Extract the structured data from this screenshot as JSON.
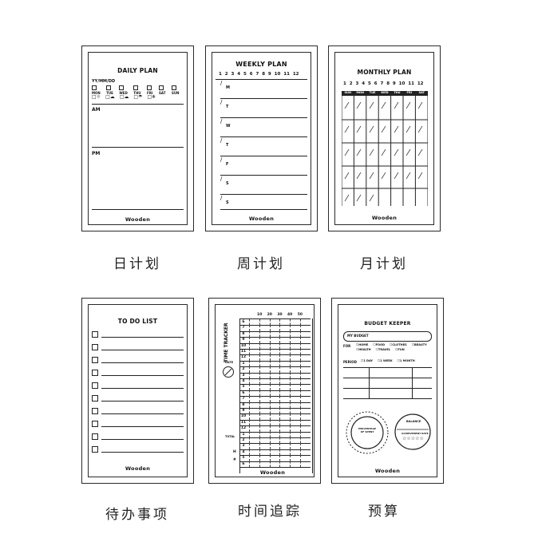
{
  "captions": {
    "daily": "日计划",
    "weekly": "周计划",
    "monthly": "月计划",
    "todo": "待办事项",
    "time": "时间追踪",
    "budget": "预算"
  },
  "brand": "Wooden",
  "daily": {
    "title": "DAILY PLAN",
    "date_label": "YY/MM/DD",
    "days": [
      "MON",
      "TUE",
      "WED",
      "THU",
      "FRI",
      "SAT",
      "SUN"
    ],
    "weather_icons": [
      "sun-icon",
      "cloud-sun-icon",
      "cloud-icon",
      "rain-icon",
      "snow-icon",
      "umbrella-icon",
      "wind-icon"
    ],
    "am": "AM",
    "pm": "PM"
  },
  "weekly": {
    "title": "WEEKLY PLAN",
    "months": "1 2 3 4 5 6 7 8 9 10 11 12",
    "days": [
      "M",
      "T",
      "W",
      "T",
      "F",
      "S",
      "S"
    ]
  },
  "monthly": {
    "title": "MONTHLY PLAN",
    "months": "1 2 3 4 5 6 7 8 9 10 11 12",
    "days": [
      "SUN",
      "MON",
      "TUE",
      "WED",
      "THU",
      "FRI",
      "SAT"
    ]
  },
  "todo": {
    "title": "TO DO LIST",
    "rows": 10
  },
  "time": {
    "title": "TIME TRACKER",
    "scale": [
      "10",
      "20",
      "30",
      "40",
      "50"
    ],
    "hours": [
      "6",
      "7",
      "8",
      "9",
      "10",
      "11",
      "12",
      "1",
      "2",
      "3",
      "4",
      "5",
      "6",
      "7",
      "8",
      "9",
      "10",
      "11",
      "12",
      "1",
      "2",
      "3",
      "4",
      "5",
      "6"
    ],
    "date_label": "DATE",
    "total_label": "TOTAL",
    "h_label": "H",
    "hash_label": "#"
  },
  "budget": {
    "title": "BUDGET KEEPER",
    "my_budget": "MY BUDGET",
    "for_label": "FOR",
    "for_items": [
      "HOME",
      "FOOD",
      "CLOTHES",
      "BEAUTY",
      "HEALTH",
      "TRAVEL",
      "FUN"
    ],
    "period_label": "PERIOD",
    "period_items": [
      "1 DAY",
      "1 WEEK",
      "1 MONTH"
    ],
    "gauge_text": "PERCENTAGE OF SPENT",
    "balance_label": "BALANCE",
    "achievement_label": "ACHIEVEMENT RATE",
    "stars": "☆☆☆☆☆"
  }
}
